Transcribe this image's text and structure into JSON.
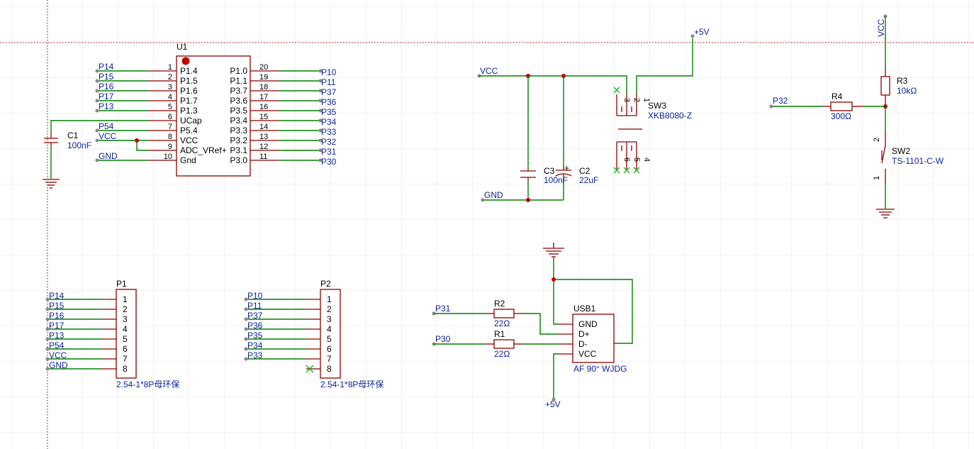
{
  "u1": {
    "ref": "U1",
    "left_pins": [
      {
        "net": "P14",
        "num": "1",
        "label": "P1.4"
      },
      {
        "net": "P15",
        "num": "2",
        "label": "P1.5"
      },
      {
        "net": "P16",
        "num": "3",
        "label": "P1.6"
      },
      {
        "net": "P17",
        "num": "4",
        "label": "P1.7"
      },
      {
        "net": "P13",
        "num": "5",
        "label": "P1.3"
      },
      {
        "net": "",
        "num": "6",
        "label": "UCap"
      },
      {
        "net": "P54",
        "num": "7",
        "label": "P5.4"
      },
      {
        "net": "VCC",
        "num": "8",
        "label": "VCC"
      },
      {
        "net": "",
        "num": "9",
        "label": "ADC_VRef+"
      },
      {
        "net": "GND",
        "num": "10",
        "label": "Gnd"
      }
    ],
    "right_pins": [
      {
        "net": "P10",
        "num": "20",
        "label": "P1.0"
      },
      {
        "net": "P11",
        "num": "19",
        "label": "P1.1"
      },
      {
        "net": "P37",
        "num": "18",
        "label": "P3.7"
      },
      {
        "net": "P36",
        "num": "17",
        "label": "P3.6"
      },
      {
        "net": "P35",
        "num": "16",
        "label": "P3.5"
      },
      {
        "net": "P34",
        "num": "15",
        "label": "P3.4"
      },
      {
        "net": "P33",
        "num": "14",
        "label": "P3.3"
      },
      {
        "net": "P32",
        "num": "13",
        "label": "P3.2"
      },
      {
        "net": "P31",
        "num": "12",
        "label": "P3.1"
      },
      {
        "net": "P30",
        "num": "11",
        "label": "P3.0"
      }
    ]
  },
  "c1": {
    "ref": "C1",
    "value": "100nF"
  },
  "power": {
    "vcc": "VCC",
    "gnd": "GND",
    "p5v": "+5V",
    "plus": "+"
  },
  "c3": {
    "ref": "C3",
    "value": "100nF"
  },
  "c2": {
    "ref": "C2",
    "value": "22uF"
  },
  "sw3": {
    "ref": "SW3",
    "value": "XKB8080-Z",
    "pins": [
      "3",
      "2",
      "1",
      "6",
      "5",
      "4"
    ]
  },
  "r3": {
    "ref": "R3",
    "value": "10kΩ"
  },
  "r4": {
    "ref": "R4",
    "value": "300Ω",
    "net": "P32"
  },
  "sw2": {
    "ref": "SW2",
    "value": "TS-1101-C-W",
    "pins": [
      "2",
      "1"
    ]
  },
  "p1": {
    "ref": "P1",
    "value": "2.54-1*8P母环保",
    "nets": [
      "P14",
      "P15",
      "P16",
      "P17",
      "P13",
      "P54",
      "VCC",
      "GND"
    ],
    "nums": [
      "1",
      "2",
      "3",
      "4",
      "5",
      "6",
      "7",
      "8"
    ]
  },
  "p2": {
    "ref": "P2",
    "value": "2.54-1*8P母环保",
    "nets": [
      "P10",
      "P11",
      "P37",
      "P36",
      "P35",
      "P34",
      "P33"
    ],
    "nums": [
      "1",
      "2",
      "3",
      "4",
      "5",
      "6",
      "7",
      "8"
    ]
  },
  "usb1": {
    "ref": "USB1",
    "value": "AF 90° WJDG",
    "pins": [
      "GND",
      "D+",
      "D-",
      "VCC"
    ]
  },
  "r2": {
    "ref": "R2",
    "value": "22Ω",
    "net": "P31"
  },
  "r1": {
    "ref": "R1",
    "value": "22Ω",
    "net": "P30"
  },
  "colors": {
    "wire": "#008000",
    "component": "#8b0000",
    "net_label": "#0b1f9c",
    "junction": "#c00000",
    "no_connect": "#21b021",
    "grid": "#e6e6e6",
    "sheet_border": "#c00000"
  }
}
